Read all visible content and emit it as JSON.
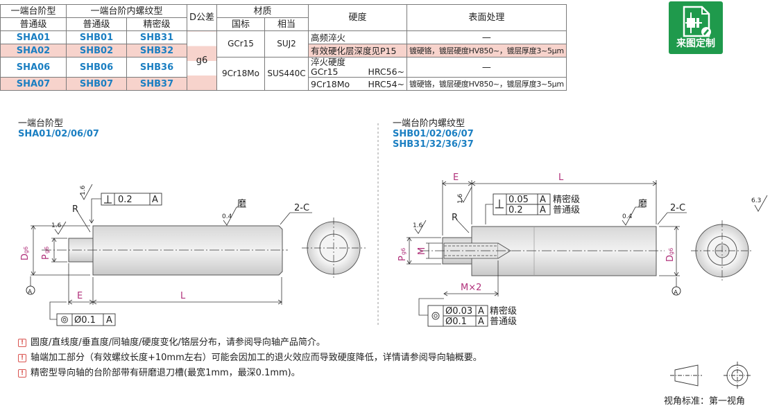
{
  "table": {
    "h_a": "一端台阶型",
    "h_b": "一端台阶内螺纹型",
    "h_tol": "D公差",
    "h_mat": "材质",
    "h_hard": "硬度",
    "h_surf": "表面处理",
    "h_normal": "普通级",
    "h_normal2": "普通级",
    "h_precise": "精密级",
    "h_std": "国标",
    "h_eq": "相当",
    "rows": [
      {
        "a": "SHA01",
        "b": "SHB01",
        "c": "SHB31"
      },
      {
        "a": "SHA02",
        "b": "SHB02",
        "c": "SHB32"
      },
      {
        "a": "SHA06",
        "b": "SHB06",
        "c": "SHB36"
      },
      {
        "a": "SHA07",
        "b": "SHB07",
        "c": "SHB37"
      }
    ],
    "tol": "g6",
    "mat1_std": "GCr15",
    "mat1_eq": "SUJ2",
    "mat2_std": "9Cr18Mo",
    "mat2_eq": "SUS440C",
    "hard1": "高频淬火",
    "hard2": "有效硬化层深度见P15",
    "hard3": "淬火硬度",
    "hard4a": "GCr15",
    "hard4b": "HRC56~",
    "hard5a": "9Cr18Mo",
    "hard5b": "HRC54~",
    "surf_dash1": "—",
    "surf_plate1": "镀硬铬，镀层硬度HV850~，镀层厚度3~5μm",
    "surf_dash2": "—",
    "surf_plate2": "镀硬铬，镀层硬度HV850~，镀层厚度3~5μm"
  },
  "logo": {
    "text": "来图定制"
  },
  "left": {
    "title": "一端台阶型",
    "models": "SHA01/02/06/07",
    "perp": "⊥",
    "perp_val": "0.2",
    "datum": "A",
    "conc_val": "Ø0.1",
    "conc_datum": "A",
    "r": "R",
    "grind": "磨",
    "chamfer": "2-C",
    "ra16a": "1.6",
    "ra16b": "1.6",
    "ra04": "0.4",
    "d": "D",
    "d_sub": "g6",
    "p": "P",
    "p_sub": "g6",
    "e": "E",
    "l": "L",
    "datum_circle": "A"
  },
  "right": {
    "title": "一端台阶内螺纹型",
    "models1": "SHB01/02/06/07",
    "models2": "SHB31/32/36/37",
    "perp_val1": "0.05",
    "perp_val2": "0.2",
    "datum1": "A",
    "datum2": "A",
    "grade_precise": "精密级",
    "grade_normal": "普通级",
    "conc_val1": "Ø0.03",
    "conc_val2": "Ø0.1",
    "conc_datum1": "A",
    "conc_datum2": "A",
    "conc_precise": "精密级",
    "conc_normal": "普通级",
    "e": "E",
    "l": "L",
    "r": "R",
    "grind": "磨",
    "chamfer": "2-C",
    "ra16a": "1.6",
    "ra16b": "1.6",
    "ra04": "0.4",
    "ra63": "6.3",
    "m": "M",
    "mx2": "M×2",
    "p": "P",
    "p_sub": "g6",
    "d": "D",
    "d_sub": "g6",
    "datum_circle": "A"
  },
  "notes": [
    "圆度/直线度/垂直度/同轴度/硬度变化/铬层分布，请参阅导向轴产品简介。",
    "轴端加工部分（有效螺纹长度+10mm左右）可能会因加工的退火效应而导致硬度降低，详情请参阅导向轴概要。",
    "精密型导向轴的台阶部带有研磨退刀槽(最宽1mm，最深0.1mm)。"
  ],
  "note_icon": "!",
  "view_standard": "视角标准：第一视角",
  "colors": {
    "accent": "#1b7fc2",
    "dim": "#b0307a",
    "pink": "#f7d3cc",
    "logo": "#1f9a4c"
  }
}
